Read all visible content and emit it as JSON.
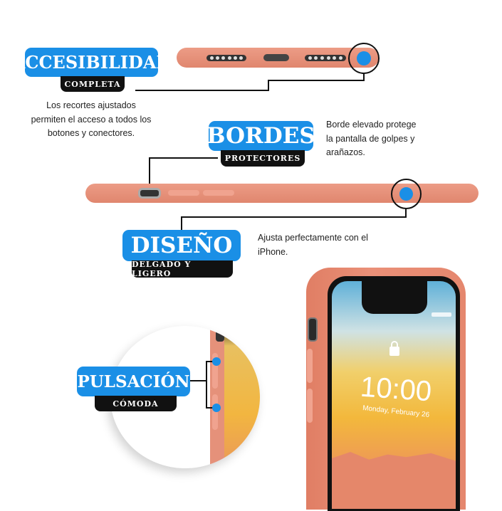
{
  "features": [
    {
      "title": "ACCESIBILIDAD",
      "subtitle": "COMPLETA",
      "description": [
        "Los recortes ajustados",
        "permiten el acceso a todos los",
        "botones y conectores."
      ]
    },
    {
      "title": "BORDES",
      "subtitle": "PROTECTORES",
      "description": [
        "Borde elevado protege",
        "la pantalla de golpes y",
        "arañazos."
      ]
    },
    {
      "title": "DISEÑO",
      "subtitle": "DELGADO Y LIGERO",
      "description": [
        "Ajusta perfectamente con el",
        "iPhone."
      ]
    },
    {
      "title": "PULSACIÓN",
      "subtitle": "CÓMODA"
    }
  ],
  "phone_screen": {
    "time": "10:00",
    "date": "Monday, February 26"
  },
  "colors": {
    "accent": "#1a8fe6",
    "case": "#e5917a",
    "label_bg": "#111111"
  }
}
